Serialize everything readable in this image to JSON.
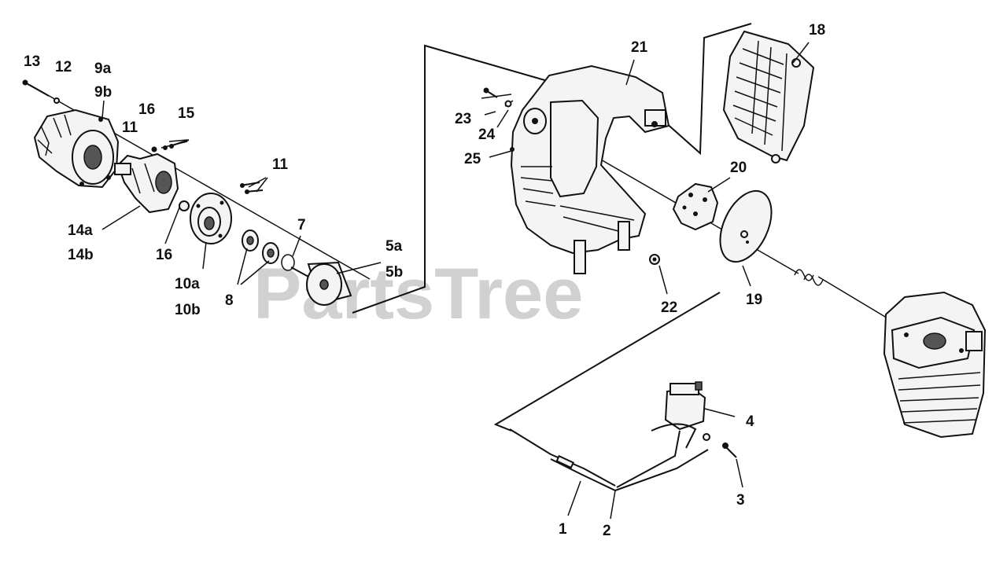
{
  "watermark": {
    "text": "PartsTree",
    "mark": "™"
  },
  "callouts": {
    "c13": "13",
    "c12": "12",
    "c9a": "9a",
    "c9b": "9b",
    "c16a": "16",
    "c11a": "11",
    "c15": "15",
    "c14a": "14a",
    "c14b": "14b",
    "c16b": "16",
    "c11b": "11",
    "c10a": "10a",
    "c10b": "10b",
    "c8": "8",
    "c7": "7",
    "c5a": "5a",
    "c5b": "5b",
    "c23": "23",
    "c24": "24",
    "c25": "25",
    "c21": "21",
    "c18": "18",
    "c20": "20",
    "c19": "19",
    "c22": "22",
    "c4": "4",
    "c3": "3",
    "c1": "1",
    "c2": "2"
  },
  "colors": {
    "ink": "#111111",
    "watermark": "#c9c9c9",
    "background": "#ffffff"
  }
}
